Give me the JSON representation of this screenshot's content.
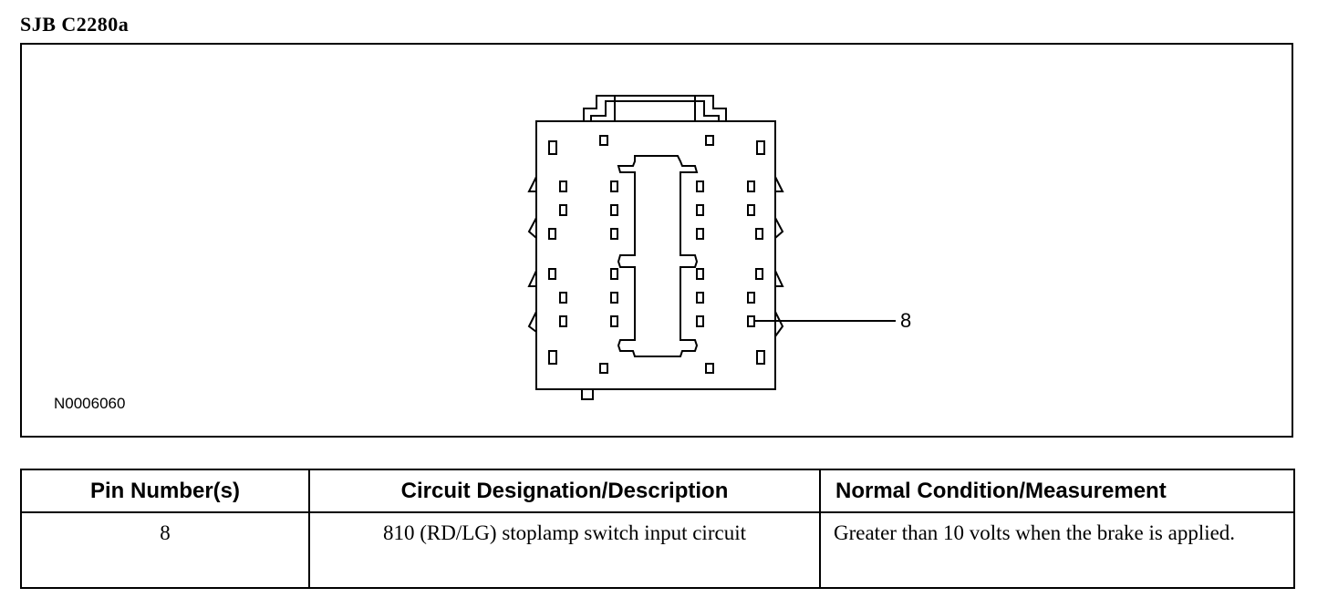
{
  "title": "SJB C2280a",
  "diagram": {
    "figure_code": "N0006060",
    "callout_label": "8"
  },
  "table": {
    "headers": [
      "Pin Number(s)",
      "Circuit Designation/Description",
      "Normal Condition/Measurement"
    ],
    "rows": [
      {
        "pin": "8",
        "circuit": "810 (RD/LG) stoplamp switch input circuit",
        "condition": "Greater than 10 volts when the brake is applied."
      }
    ]
  }
}
